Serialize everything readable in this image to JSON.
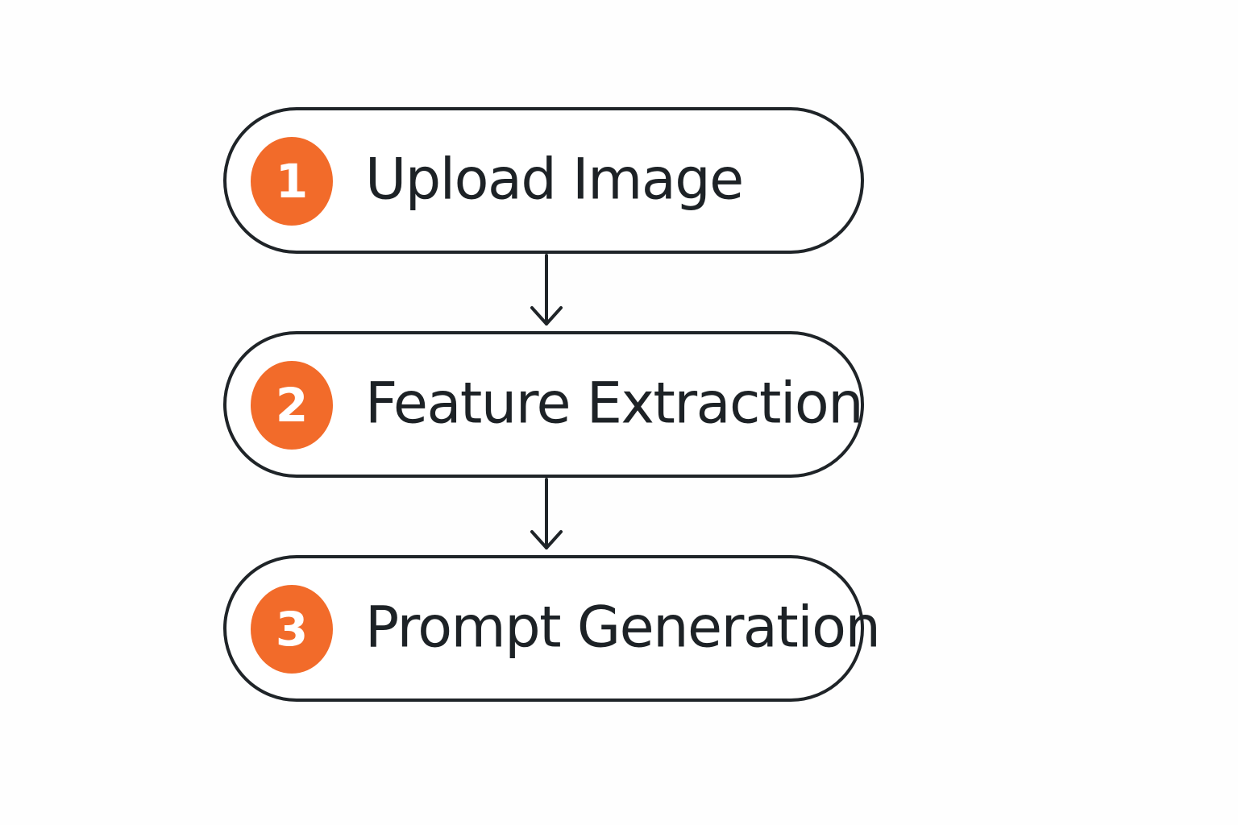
{
  "colors": {
    "accent": "#f26b2a",
    "stroke": "#1f2428",
    "text": "#1d2226",
    "background": "#fefefe"
  },
  "steps": [
    {
      "number": "1",
      "label": "Upload Image"
    },
    {
      "number": "2",
      "label": "Feature Extraction"
    },
    {
      "number": "3",
      "label": "Prompt Generation"
    }
  ]
}
